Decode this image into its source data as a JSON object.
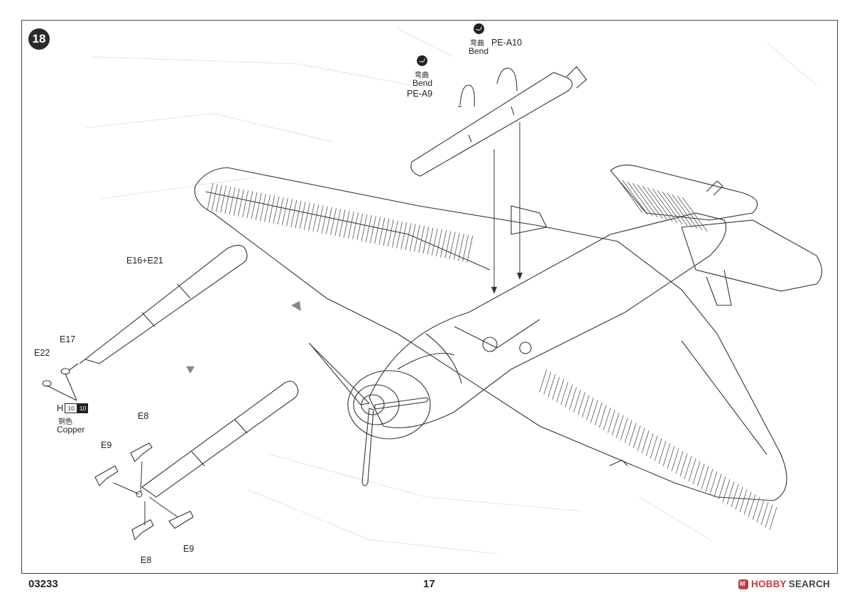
{
  "step": {
    "number": "18"
  },
  "labels": {
    "pe_a10": "PE-A10",
    "pe_a9": "PE-A9",
    "bend_cn_1": "弯曲",
    "bend_en_1": "Bend",
    "bend_cn_2": "弯曲",
    "bend_en_2": "Bend",
    "e16_e21": "E16+E21",
    "e17": "E17",
    "e22": "E22",
    "e8_top": "E8",
    "e9_top": "E9",
    "e8_bottom": "E8",
    "e9_bottom": "E9"
  },
  "paint_callout": {
    "letter": "H",
    "code_1": "10",
    "code_2": "10",
    "name_cn": "铜色",
    "name_en": "Copper"
  },
  "footer": {
    "product_code": "03233",
    "page_number": "17"
  },
  "watermark": {
    "brand_hobby": "HOBBY",
    "brand_search": "SEARCH"
  },
  "icons": [
    "bend-icon",
    "arrow-icon",
    "hobbysearch-logo-icon"
  ]
}
